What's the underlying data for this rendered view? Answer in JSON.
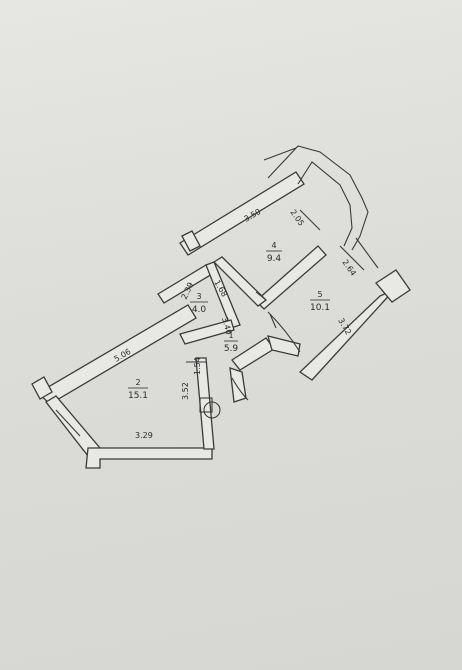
{
  "plan": {
    "rooms": [
      {
        "number": "1",
        "area": "5.9"
      },
      {
        "number": "2",
        "area": "15.1"
      },
      {
        "number": "3",
        "area": "4.0"
      },
      {
        "number": "4",
        "area": "9.4"
      },
      {
        "number": "5",
        "area": "10.1"
      }
    ],
    "dimensions": [
      "5.06",
      "3.29",
      "3.52",
      "1.54",
      "2.39",
      "1.68",
      "3.40",
      "3.50",
      "2.05",
      "2.64",
      "3.72"
    ]
  }
}
